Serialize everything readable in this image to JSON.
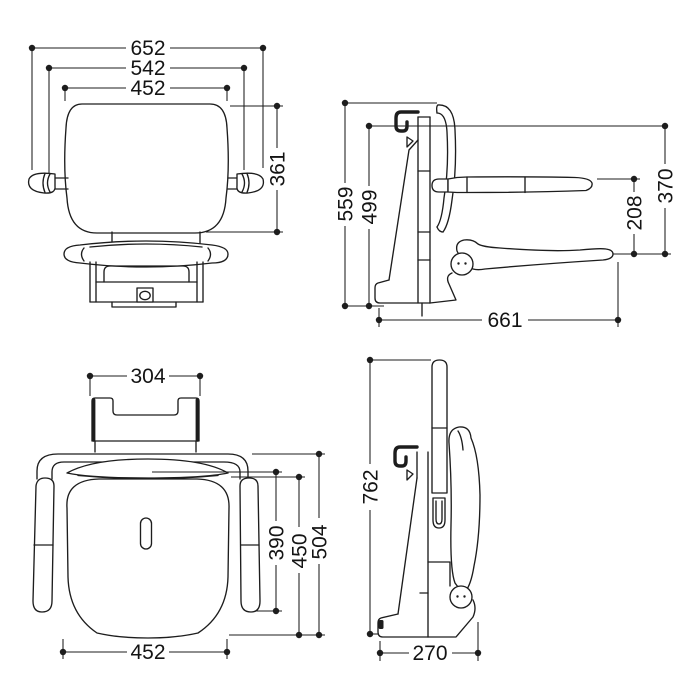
{
  "colors": {
    "line": "#1d1d1d",
    "text": "#141414",
    "background": "#ffffff"
  },
  "views": {
    "front": {
      "dims": {
        "overall_width": "652",
        "armrest_width": "542",
        "backrest_width": "452",
        "backrest_height": "361"
      }
    },
    "side": {
      "dims": {
        "overall_height": "559",
        "bracket_height": "499",
        "armrest_height": "370",
        "armrest_to_seat": "208",
        "overall_depth": "661"
      }
    },
    "top": {
      "dims": {
        "bracket_width": "304",
        "armrest_depth": "390",
        "seat_depth": "450",
        "overall_depth": "504",
        "seat_width": "452"
      }
    },
    "folded": {
      "dims": {
        "folded_height": "762",
        "folded_depth": "270"
      }
    }
  }
}
